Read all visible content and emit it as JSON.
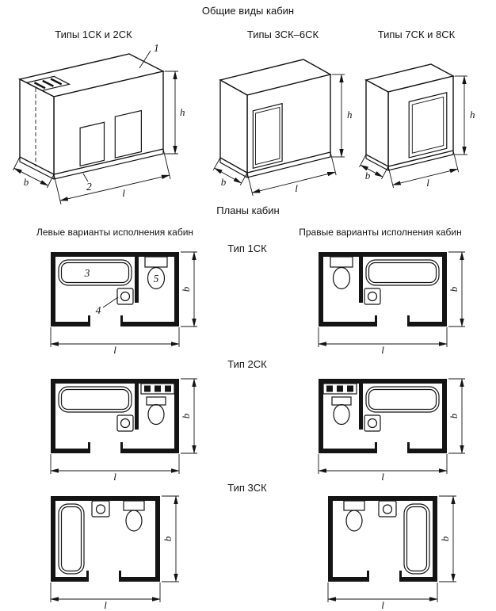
{
  "page": {
    "views_title": "Общие виды кабин",
    "plans_title": "Планы кабин"
  },
  "views": {
    "items": [
      {
        "label": "Типы 1СК и 2СК"
      },
      {
        "label": "Типы 3СК–6СК"
      },
      {
        "label": "Типы 7СК и 8СК"
      }
    ]
  },
  "plans": {
    "left_header": "Левые варианты исполнения кабин",
    "right_header": "Правые варианты исполнения кабин",
    "types": [
      {
        "label": "Тип 1СК"
      },
      {
        "label": "Тип 2СК"
      },
      {
        "label": "Тип 3СК"
      }
    ]
  },
  "labels": {
    "callout_1": "1",
    "callout_2": "2",
    "callout_3": "3",
    "callout_4": "4",
    "callout_5": "5",
    "dim_b": "b",
    "dim_l": "l",
    "dim_h": "h"
  },
  "colors": {
    "ink": "#141414",
    "background": "#ffffff"
  }
}
